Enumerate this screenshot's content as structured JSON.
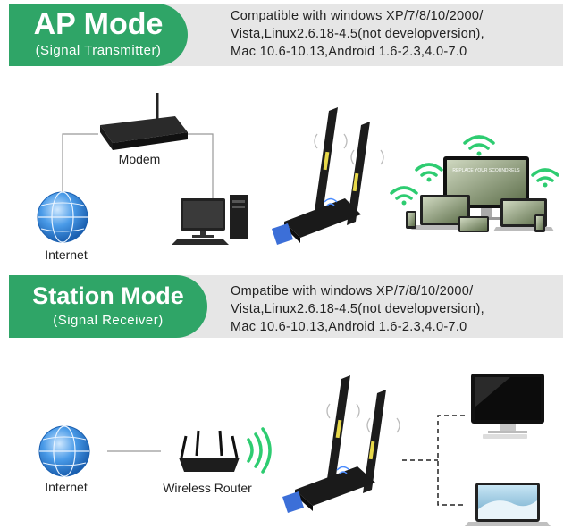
{
  "ap_mode": {
    "title": "AP Mode",
    "subtitle": "(Signal Transmitter)",
    "compat_lines": [
      "Compatible with windows XP/7/8/10/2000/",
      "Vista,Linux2.6.18-4.5(not developversion),",
      "Mac 10.6-10.13,Android 1.6-2.3,4.0-7.0"
    ],
    "labels": {
      "modem": "Modem",
      "internet": "Internet"
    },
    "screen_text": "REPLACE YOUR SCOUNDRELS"
  },
  "station_mode": {
    "title": "Station Mode",
    "subtitle": "(Signal Receiver)",
    "compat_lines": [
      "Ompatibe with windows XP/7/8/10/2000/",
      "Vista,Linux2.6.18-4.5(not developversion),",
      "Mac 10.6-10.13,Android 1.6-2.3,4.0-7.0"
    ],
    "labels": {
      "internet": "Internet",
      "router": "Wireless Router"
    }
  },
  "colors": {
    "brand_green": "#2fa567",
    "banner_gray": "#e6e6e6",
    "wifi_green": "#2ecc71",
    "globe_blue": "#2b7fd6"
  },
  "icons": [
    "modem-icon",
    "globe-icon",
    "desktop-pc-icon",
    "wifi-adapter-icon",
    "wifi-signal-icon",
    "monitor-icon",
    "laptop-icon",
    "tablet-icon",
    "phone-icon",
    "router-icon"
  ]
}
